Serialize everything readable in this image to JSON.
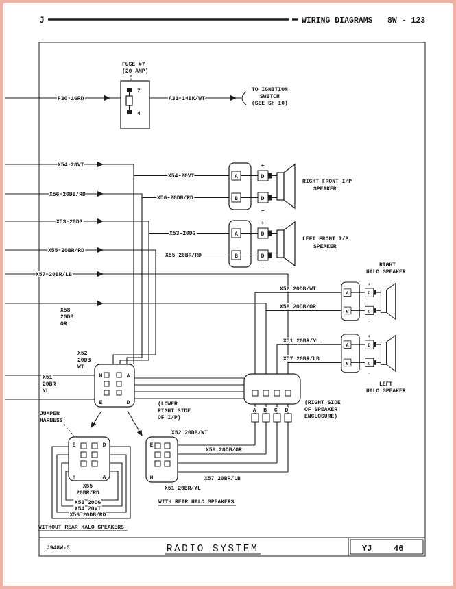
{
  "colors": {
    "ink": "#1c1c1c",
    "frame": "#eeb2a6",
    "paper": "#ffffff"
  },
  "header": {
    "letter": "J",
    "title": "WIRING DIAGRAMS",
    "page": "8W - 123"
  },
  "fuse": {
    "name1": "FUSE #7",
    "name2": "(20 AMP)",
    "pin_top": "7",
    "pin_bottom": "4"
  },
  "ignition": {
    "l1": "TO IGNITION",
    "l2": "SWITCH",
    "l3": "(SEE SH 10)"
  },
  "wires": {
    "f30": "F30 16RD",
    "a31": "A31 14BK/WT",
    "x54": "X54 20VT",
    "x56": "X56 20DB/RD",
    "x53": "X53 20DG",
    "x55": "X55 20BR/RD",
    "x57": "X57 20BR/LB",
    "x52": "X52 20DB/WT",
    "x58": "X58 20DB/OR",
    "x51": "X51 20BR/YL"
  },
  "stacks": {
    "x58": [
      "X58",
      "20DB",
      "OR"
    ],
    "x52": [
      "X52",
      "20DB",
      "WT"
    ],
    "x51": [
      "X51",
      "20BR",
      "YL"
    ],
    "x55": [
      "X55",
      "20BR/RD"
    ]
  },
  "pins": {
    "A": "A",
    "B": "B",
    "D": "D",
    "E": "E",
    "H": "H",
    "abcd": "A B C D"
  },
  "signs": {
    "plus": "+",
    "minus": "−"
  },
  "speakers": {
    "right_front": "RIGHT FRONT I/P",
    "left_front": "LEFT FRONT I/P",
    "speaker": "SPEAKER",
    "right": "RIGHT",
    "left": "LEFT",
    "halo": "HALO SPEAKER"
  },
  "notes": {
    "jumper1": "JUMPER",
    "jumper2": "HARNESS",
    "ip1": "(LOWER",
    "ip2": "RIGHT SIDE",
    "ip3": "OF I/P)",
    "enc1": "(RIGHT SIDE",
    "enc2": "OF SPEAKER",
    "enc3": "ENCLOSURE)",
    "without_halo": "WITHOUT REAR HALO SPEAKERS",
    "with_halo": "WITH REAR HALO SPEAKERS"
  },
  "footer": {
    "code": "J948W-5",
    "title": "RADIO SYSTEM",
    "model": "YJ",
    "sheet": "46"
  }
}
